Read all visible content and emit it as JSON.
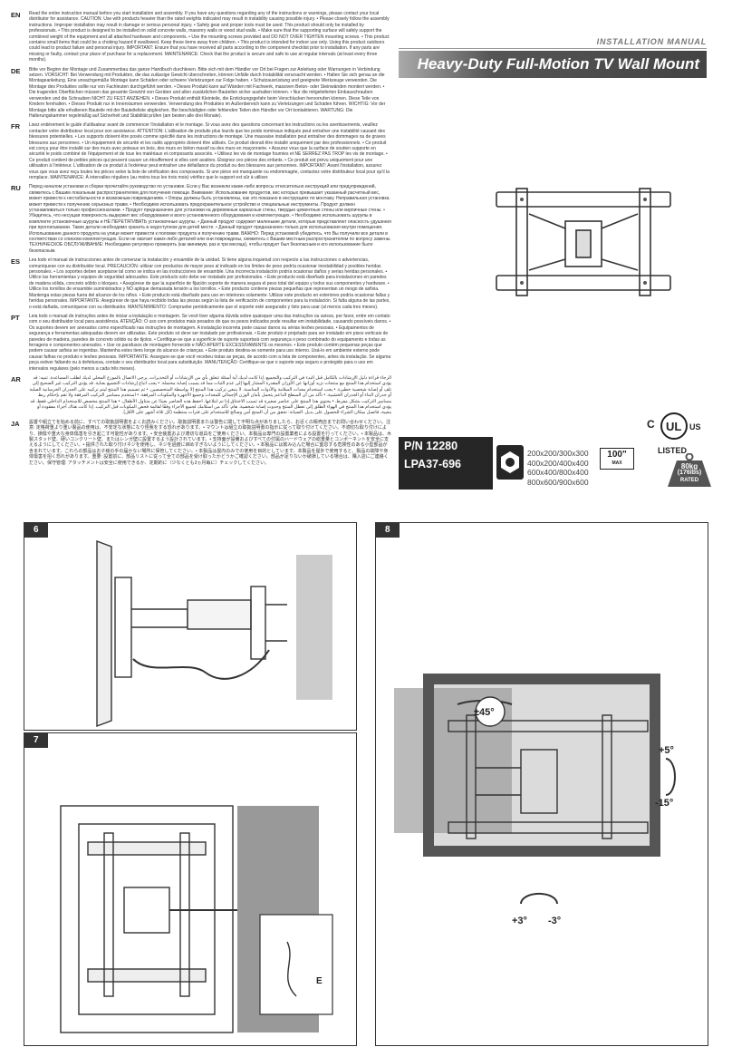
{
  "header": {
    "install_label": "INSTALLATION MANUAL",
    "title": "Heavy-Duty Full-Motion TV Wall Mount"
  },
  "languages": [
    {
      "code": "EN",
      "text": "Read the entire instruction manual before you start installation and assembly. If you have any questions regarding any of the instructions or warnings, please contact your local distributor for assistance. CAUTION: Use with products heavier than the rated weights indicated may result in instability causing possible injury. • Please closely follow the assembly instructions. Improper installation may result in damage or serious personal injury. • Safety gear and proper tools must be used. This product should only be installed by professionals. • This product is designed to be installed on solid concrete walls, masonry walls or wood stud walls. • Make sure that the supporting surface will safely support the combined weight of the equipment and all attached hardware and components. • Use the mounting screws provided and DO NOT OVER TIGHTEN mounting screws. • This product contains small items that could be a choking hazard if swallowed. Keep these items away from children. • This product is intended for indoor use only. Using this product outdoors could lead to product failure and personal injury. IMPORTANT: Ensure that you have received all parts according to the component checklist prior to installation. If any parts are missing or faulty, contact your place of purchase for a replacement. MAINTENANCE: Check that the product is secure and safe to use at regular intervals (at least every three months)."
    },
    {
      "code": "DE",
      "text": "Bitte vor Beginn der Montage und Zusammenbau das ganze Handbuch durchlesen. Bitte sich mit dem Händler vor Ort bei Fragen zur Anleitung oder Warnungen in Verbindung setzen. VORSICHT: Bei Verwendung mit Produkten, die das zulässige Gewicht überschreiten, können Unfälle durch Instabilität verursacht werden. • Halten Sie sich genau an die Montageanleitung. Eine unsachgemäße Montage kann Schäden oder schwere Verletzungen zur Folge haben. • Schutzausrüstung und geeignete Werkzeuge verwenden. Die Montage des Produktes sollte nur von Fachleuten durchgeführt werden. • Dieses Produkt kann auf Wänden mit Fachwerk, massiven Beton- oder Steinwänden montiert werden. • Die tragenden Oberflächen müssen das gesamte Gewicht von Geräten und allen zusätzlichen Bauteilen sicher aushalten können. • Nur die mitgelieferten Einbauschrauben verwenden und die Schrauben NICHT ZU FEST ANZIEHEN. • Dieses Produkt enthält Kleinteile, die Erstickungsgefahr beim Verschlucken hervorrufen können. Diese Teile von Kindern fernhalten. • Dieses Produkt nur in Innenräumen verwenden. Verwendung des Produktes im Außenbereich kann zu Verletzungen und Schäden führen. WICHTIG: Vor der Montage bitte alle erhaltenen Bauteile mit der Bauteileliste abgleichen. Bei beschädigten oder fehlenden Teilen den Händler vor Ort kontaktieren. WARTUNG: Die Halterungskammer regelmäßig auf Sicherheit und Stabilität prüfen (am besten alle drei Monate)."
    },
    {
      "code": "FR",
      "text": "Lisez entièrement le guide d'utilisateur avant de commencer l'installation et le montage. Si vous avez des questions concernant les instructions ou les avertissements, veuillez contacter votre distributeur local pour son assistance. ATTENTION: L'utilisation de produits plus lourds que les poids nominaux indiqués peut entraîner une instabilité causant des blessures potentielles. • Les supports doivent être posés comme spécifié dans les instructions de montage. Une mauvaise installation peut entraîner des dommages ou de graves blessures aux personnes. • Un équipement de sécurité et les outils appropriés doivent être utilisés. Ce produit devrait être installé uniquement par des professionnels. • Ce produit est conçu pour être installé sur des murs avec poteaux en bois, des murs en béton massif ou des murs en maçonnerie. • Assurez vous que la surface de soutien supporte en sécurité le poids combiné de l'équipement et de tous les matériaux et composants associés. • Utilisez les vis de montage fournies et NE SERREZ PAS TROP les vis de montage. • Ce produit contient de petites pièces qui peuvent causer un étouffement si elles sont avalées. Éloignez ces pièces des enfants. • Ce produit est prévu uniquement pour une utilisation à l'intérieur. L'utilisation de ce produit à l'extérieur peut entraîner une défaillance du produit ou des blessures aux personnes. IMPORTANT: Avant l'installation, assurez vous que vous avez reçu toutes les pièces selon la liste de vérification des composants. Si une pièce est manquante ou endommagée, contactez votre distributeur local pour qu'il la remplace. MAINTENANCE: À intervalles réguliers (au moins tous les trois mois) vérifiez que le support est sûr à utiliser."
    },
    {
      "code": "RU",
      "text": "Перед началом установки и сборки прочитайте руководство по установке. Если у Вас возникли какие-либо вопросы относительно инструкций или предупреждений, свяжитесь с Вашим локальным распространителем для получения помощи. Внимание: Использование продуктов, вес которых превышает указанный расчетный вес, может привести к нестабильности и возможным повреждениям. • Опоры должны быть установлены, как это показано в инструкциях по монтажу. Неправильная установка может привести к получению серьезных травм. • Необходимо использовать предохранительное устройство и специальные инструменты. Продукт должен устанавливаться только профессионалами. • Продукт предназначен для установки на деревянные каркасные стены, твердые цементные стены или кирпичные стены. • Убедитесь, что несущая поверхность выдержит вес оборудования и всего установленного оборудования и комплектующих. • Необходимо использовать шурупы в комплекте установочные шурупы и НЕ ПЕРЕТЯГИВАТЬ установочные шурупы. • Данный продукт содержит маленькие детали, которые представляют опасность удушения при проглатывании. Такие детали необходимо хранить в недоступном для детей месте. • Данный продукт предназначен только для использования внутри помещения. Использование данного продукта на улице может привести к поломке продукта и получению травм. ВАЖНО: Перед установкой убедитесь, что Вы получили все детали в соответствии со списком комплектующих. Если не хватает каких-либо деталей или они повреждены, свяжитесь с Вашим местным распространителем по вопросу замены. ТЕХНИЧЕСКОЕ ОБСЛУЖИВАНИЕ: Необходимо регулярно проверять (как минимум, раз в три месяца), чтобы продукт был безопасным и его использование было безопасным."
    },
    {
      "code": "ES",
      "text": "Lea todo el manual de instrucciones antes de comenzar la instalación y ensamble de la unidad. Si tiene alguna inquietud con respecto a las instrucciones o advertencias, comuníquese con su distribuidor local. PRECAUCIÓN: utilizar con productos de mayor peso al indicado en los límites de peso podría ocasionar inestabilidad y posibles heridas personales. • Los soportes deben aceptarse tal como se indica en las instrucciones de ensamble. Una incorrecta instalación podría ocasionar daños y serias heridas personales. • Utilice las herramientas y equipos de seguridad adecuados. Este producto solo debe ser instalado por profesionales. • Este producto está diseñado para instalaciones en paredes de madera sólida, concreto sólido o bloques. • Asegúrese de que la superficie de fijación soporte de manera segura el peso total del equipo y todos sus componentes y hardware. • Utilice los tornillos de ensamble suministrados y NO aplique demasiada tensión a los tornillos. • Este producto contiene piezas pequeñas que representan un riesgo de asfixia. Mantenga estas piezas fuera del alcance de los niños. • Este producto está diseñado para uso en interiores solamente. Utilizar este producto en exteriores podría ocasionar fallas y heridas personales. IMPORTANTE: Asegúrese de que haya recibido todas las piezas según la lista de verificación de componentes para la instalación. Si falta alguna de las partes, o está dañada, comuníquese con su distribuidor. MANTENIMIENTO: Compruebe periódicamente que el soporte esté asegurado y listo para usar (al menos cada tres meses)."
    },
    {
      "code": "PT",
      "text": "Leia todo o manual de instruções antes de iniciar a instalação e montagem. Se você tiver alguma dúvida sobre quaisquer uma das instruções ou avisos, por favor, entre em contato com o seu distribuidor local para assistência. ATENÇÃO: O uso com produtos mais pesados do que os pesos indicados pode resultar em instabilidade, causando possíveis danos. • Os suportes devem ser anexados como especificado nas instruções de montagem. A instalação incorreta pode causar danos ou sérias lesões pessoais. • Equipamentos de segurança e ferramentas adequadas devem ser utilizadas. Este produto só deve ser instalado por profissionais. • Este produto é projetado para ser instalado em pisos verticais de paredes de madeira, paredes de concreto sólido ou de tijolos. • Certifique-se que a superfície de suporte suportará com segurança o peso combinado do equipamento e todas as ferragens e componentes anexados. • Use os parafusos de montagem fornecido e NÃO APERTE EXCESSIVAMENTE os mesmos. • Este produto contém pequenas peças que podem causar asfixia se ingeridas. Mantenha estes itens longe do alcance de crianças. • Este produto destina-se somente para uso interno. Usá-lo em ambiente externo pode causar falhas no produto e lesões pessoais. IMPORTANTE: Assegure-se que você recebeu todas as peças, de acordo com a lista de componentes, antes da instalação. Se alguma peça estiver faltando ou à defeituosa, contate o seu distribuidor local para substituição. MANUTENÇÃO: Certifique-se que o suporte seja seguro e protegido para o uso em intervalos regulares (pelo menos a cada três meses)."
    },
    {
      "code": "AR",
      "rtl": true,
      "text": "الرجاء قراءة دليل الإرشادات بالكامل قبل البدء في التركيب والتجميع. إذا كانت لديك أية أسئلة تتعلق بأي من الإرشادات أو التحذيرات، يرجى الاتصال بالموزع المحلي لديك لطلب المساعدة. تنبيه: قد يؤدي استخدام هذا المنتج مع منتجات تزيد أوزانها عن الأوزان المقدرة المشار إليها إلى عدم الثبات مما قد يسبب إصابة محتملة. • يجب اتباع إرشادات التجميع بعناية. قد يؤدي التركيب غير الصحيح إلى تلف أو إصابة شخصية خطيرة. • يجب استخدام معدات السلامة والأدوات المناسبة. لا ينبغي تركيب هذا المنتج إلا بواسطة المتخصصين. • تم تصميم هذا المنتج ليتم تركيبه على الجدران الخرسانية الصلبة أو جدران البناء أو الجدران الخشبية. • تأكد من أن السطح الداعم يتحمل بأمان الوزن الإجمالي للمعدات وجميع الأجهزة والمكونات المرفقة. • استخدم مسامير التركيب المرفقة ولا تقم بإحكام ربط مسامير التركيب بشكل مفرط. • يحتوي هذا المنتج على عناصر صغيرة قد تسبب الاختناق إذا تم ابتلاعها. احفظ هذه العناصر بعيدًا عن متناول الأطفال. • هذا المنتج مخصص للاستخدام الداخلي فقط. قد يؤدي استخدام هذا المنتج في الهواء الطلق إلى تعطل المنتج وحدوث إصابة شخصية. هام: تأكد من استلامك لجميع الأجزاء وفقًا لقائمة فحص المكونات قبل التركيب. إذا كانت هناك أجزاء مفقودة أو معيبة، فاتصل بمكان الشراء للحصول على بديل. الصيانة: تحقق من أن المنتج آمن وصالح للاستخدام على فترات منتظمة (كل ثلاثة أشهر على الأقل)."
    },
    {
      "code": "JA",
      "text": "設置や組立てを始める前に、すべての取扱説明書をよくお読みください。取扱説明書または警告に関して不明な点がありましたら、お近くの販売店までお問い合わせください。注意: 定格荷重より重い製品の使用は、不安定な状態になり怪我をする恐れがあります。• マウントは組立の取扱説明書の指示に従って取り付けてください。不適切な取り付けにより、損傷や重大な身体傷害を引き起こす可能性があります。• 安全装置および適切な道具をご使用ください。本製品は専門の設置業者による設置を行ってください。• 本製品は、木製スタッド壁、硬いコンクリート壁、またはレンガ壁に設置するよう設計されています。• 支持面が設備およびすべての付属のハードウェアの総重量とコンポーネントを安全に支えるようにしてください。• 提供された取り付けネジを使用し、ネジを過度に締めすぎないようにしてください。• 本製品には飲み込んだ場合に窒息する危険性のある小型部品が含まれています。これらの部品はお子様の手の届かない場所に保管してください。• 本製品は屋内のみでの使用を目的としています。本製品を屋外で使用すると、製品の故障や身体傷害を招く恐れがあります。重要: 設置前に、部品リストに従って全ての部品を受け取ったかどうかご確認ください。部品が足りないか破損している場合は、購入店にご連絡ください。保守管理: アタッチメントは安全に使用できるか、定期的に（少なくとも3ヵ月毎に）チェックしてください。"
    }
  ],
  "product": {
    "pn_label": "P/N 12280",
    "model": "LPA37-696",
    "vesa_lines": [
      "200x200/300x300",
      "400x200/400x400",
      "600x400/800x400",
      "800x600/900x600"
    ],
    "max_size": "100\"",
    "max_label": "MAX",
    "weight_kg": "80kg",
    "weight_lbs": "(176lbs)",
    "weight_label": "RATED",
    "ul_listed": "LISTED",
    "ul_c": "C",
    "ul_us": "US",
    "ul_mark": "UL"
  },
  "steps": [
    {
      "num": "6"
    },
    {
      "num": "7",
      "callout": "E"
    },
    {
      "num": "8",
      "tilt_plus": "+5°",
      "tilt_minus": "-15°",
      "rotate": "±45°",
      "level_plus": "+3°",
      "level_minus": "-3°"
    }
  ],
  "colors": {
    "dark": "#262626",
    "title_grad": "#444444",
    "accent_gray": "#777777"
  }
}
